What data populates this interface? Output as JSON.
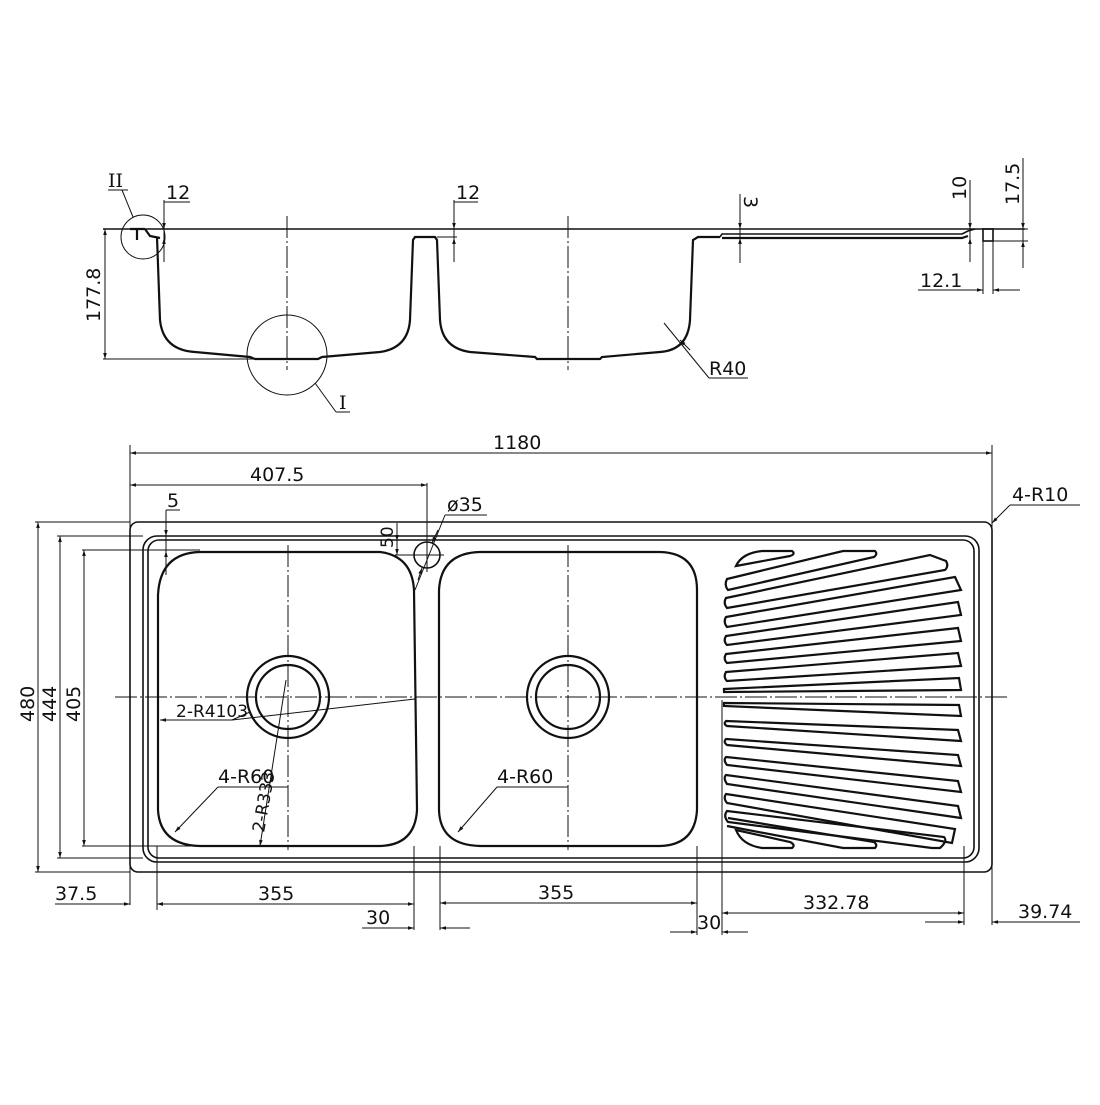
{
  "drawing": {
    "title": "Double bowl sink with drainboard - technical drawing",
    "line_color": "#111111",
    "background": "#ffffff"
  },
  "side_view": {
    "detail_markers": {
      "detail_1": "I",
      "detail_2": "II"
    },
    "dimensions": {
      "left_rim_offset": "12",
      "center_rim_offset": "12",
      "bowl_depth": "177.8",
      "drainboard_step": "3",
      "edge_height_10": "10",
      "edge_height_17_5": "17.5",
      "edge_width": "12.1",
      "corner_radius": "R40"
    }
  },
  "plan_view": {
    "dimensions": {
      "overall_length": "1180",
      "tap_hole_position": "407.5",
      "rim_margin": "5",
      "tap_hole_diameter": "ø35",
      "tap_hole_offset": "50",
      "overall_width": "480",
      "inner_width": "444",
      "bowl_width": "405",
      "outer_corner_radius": "4-R10",
      "bowl1_side_radius": "2-R4103",
      "bowl1_corner_radius": "4-R60",
      "bowl1_bottom_radius": "2-R333",
      "bowl2_corner_radius": "4-R60",
      "left_margin": "37.5",
      "bowl1_length": "355",
      "divider_1": "30",
      "bowl2_length": "355",
      "divider_2": "30",
      "drainboard_length": "332.78",
      "right_margin": "39.74"
    },
    "drainboard": {
      "groove_count_upper": 8,
      "groove_count_lower": 8
    }
  }
}
